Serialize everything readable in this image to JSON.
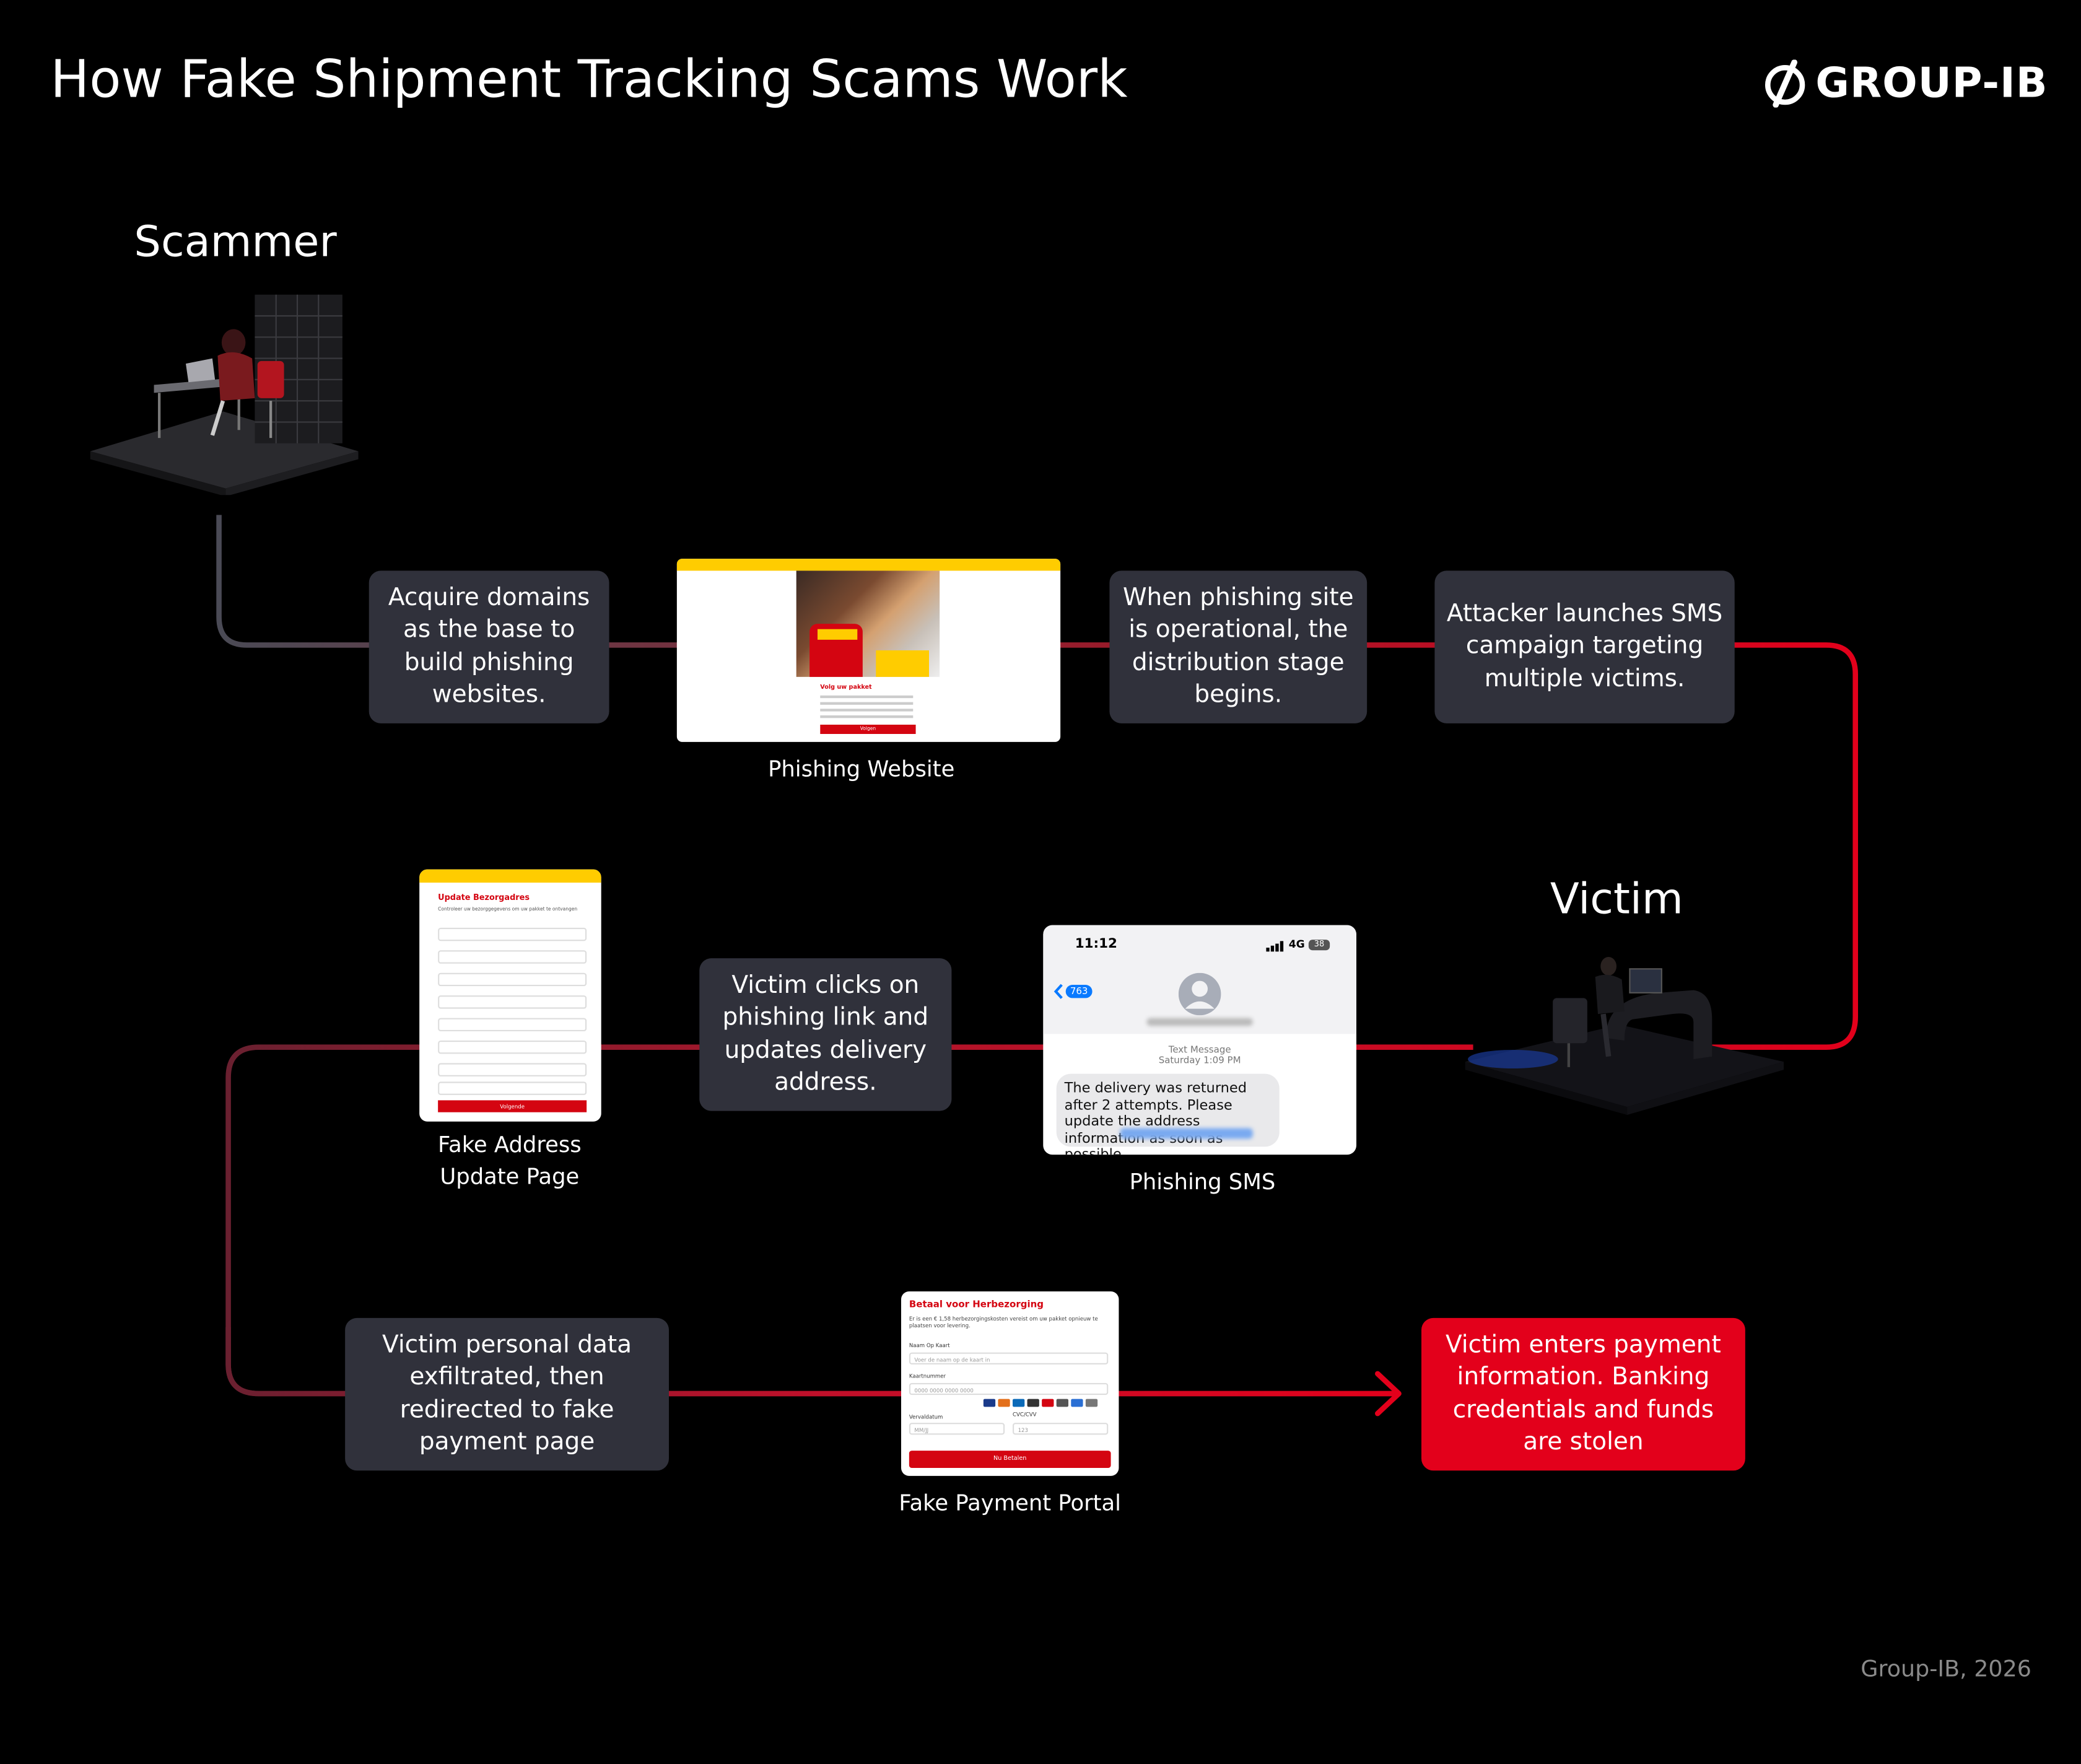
{
  "title": "How Fake Shipment Tracking Scams Work",
  "brand": {
    "logo_text": "GROUP-IB",
    "logo_icon": "group-ib-logo-icon"
  },
  "actors": {
    "scammer": "Scammer",
    "victim": "Victim"
  },
  "steps": {
    "acquire_domains": "Acquire domains as the base to build phishing websites.",
    "distribution": "When phishing site is operational, the distribution stage begins.",
    "sms_campaign": "Attacker launches SMS campaign targeting multiple victims.",
    "victim_clicks": "Victim clicks on phishing link and updates delivery address.",
    "exfiltrated": "Victim personal data exfiltrated, then redirected to fake payment page",
    "stolen": "Victim enters payment information. Banking credentials and funds are stolen"
  },
  "captions": {
    "phishing_website": "Phishing Website",
    "fake_address_line1": "Fake Address",
    "fake_address_line2": "Update Page",
    "phishing_sms": "Phishing SMS",
    "fake_payment": "Fake Payment Portal"
  },
  "phishing_site": {
    "heading": "Volg uw pakket",
    "button": "Volgen"
  },
  "address_page": {
    "heading": "Update Bezorgadres",
    "intro": "Controleer uw bezorggegevens om uw pakket te ontvangen",
    "button": "Volgende"
  },
  "sms": {
    "time": "11:12",
    "network": "4G",
    "battery": "38",
    "back_count": "763",
    "meta_line1": "Text Message",
    "meta_line2": "Saturday 1:09 PM",
    "message": "The delivery was returned after 2 attempts. Please update the address information as soon as possible."
  },
  "payment_page": {
    "heading": "Betaal voor Herbezorging",
    "intro": "Er is een € 1,58 herbezorgingskosten vereist om uw pakket opnieuw te plaatsen voor levering.",
    "name_label": "Naam Op Kaart",
    "name_placeholder": "Voer de naam op de kaart in",
    "number_label": "Kaartnummer",
    "number_placeholder": "0000 0000 0000 0000",
    "expiry_label": "Vervaldatum",
    "expiry_placeholder": "MM/JJ",
    "cvc_label": "CVC/CVV",
    "cvc_placeholder": "123",
    "button": "Nu Betalen"
  },
  "footer": "Group-IB, 2026",
  "colors": {
    "background": "#000000",
    "box": "#30313b",
    "accent_red": "#e3001b",
    "dhl_yellow": "#ffcc00"
  }
}
